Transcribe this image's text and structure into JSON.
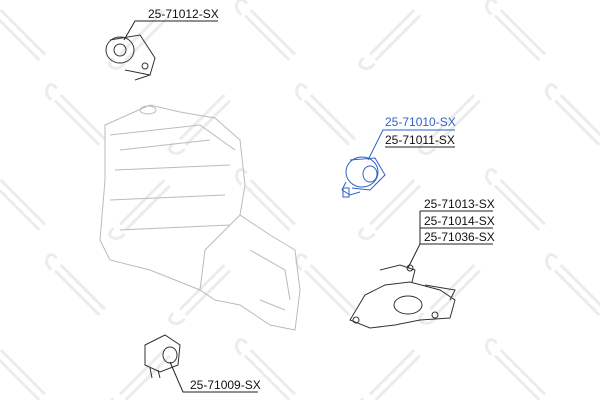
{
  "watermark": "STELLOX",
  "colors": {
    "link": "#2f62c8",
    "line": "#222222",
    "part": "#333333"
  },
  "parts": [
    {
      "id": "p1",
      "labels": [
        "25-71012-SX"
      ]
    },
    {
      "id": "p2",
      "labels": [
        "25-71010-SX",
        "25-71011-SX"
      ],
      "highlighted": "25-71010-SX"
    },
    {
      "id": "p3",
      "labels": [
        "25-71013-SX",
        "25-71014-SX",
        "25-71036-SX"
      ]
    },
    {
      "id": "p4",
      "labels": [
        "25-71009-SX"
      ]
    }
  ]
}
